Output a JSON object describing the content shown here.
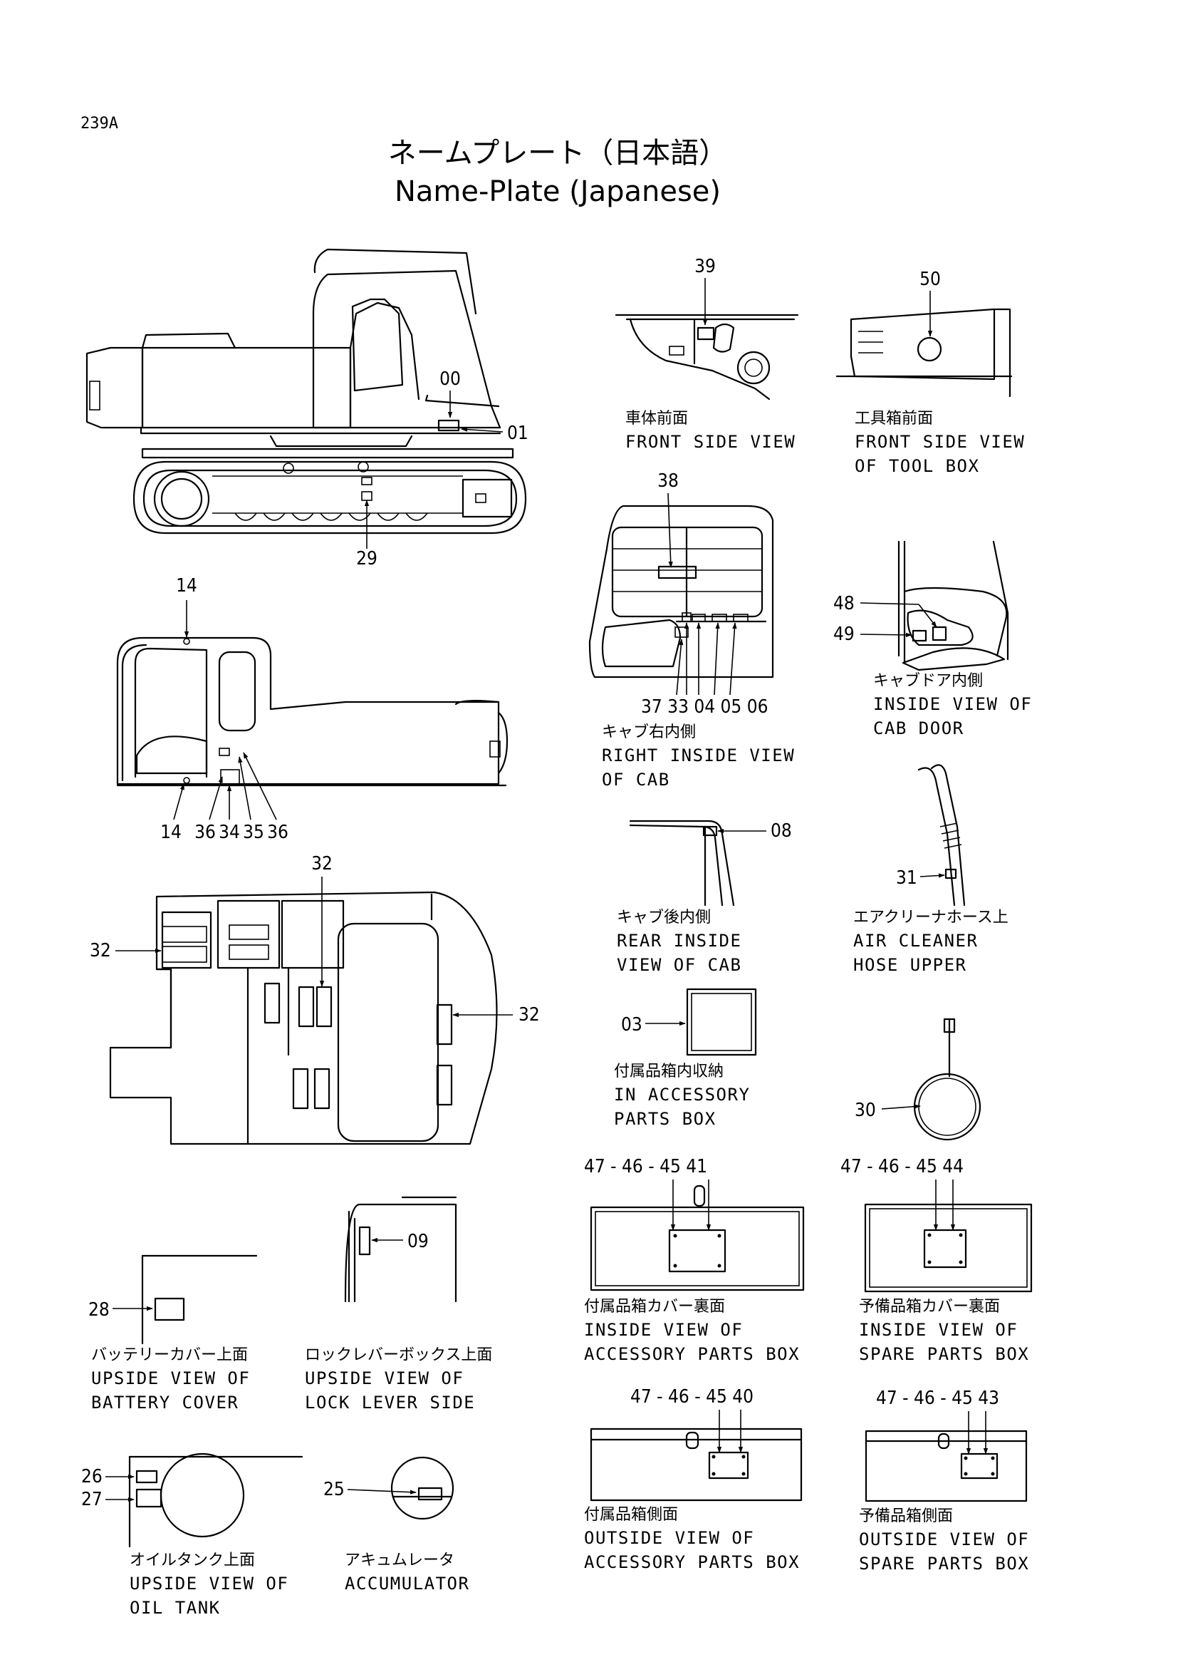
{
  "page": {
    "code": "239A",
    "title_jp": "ネームプレート（日本語）",
    "title_en": "Name-Plate (Japanese)"
  },
  "views": {
    "front_side": {
      "jp": "車体前面",
      "en": [
        "FRONT SIDE VIEW"
      ]
    },
    "tool_box": {
      "jp": "工具箱前面",
      "en": [
        "FRONT SIDE VIEW",
        "OF TOOL BOX"
      ]
    },
    "right_cab": {
      "jp": "キャブ右内側",
      "en": [
        "RIGHT INSIDE VIEW",
        "OF CAB"
      ]
    },
    "cab_door": {
      "jp": "キャブドア内側",
      "en": [
        "INSIDE VIEW OF",
        "CAB DOOR"
      ]
    },
    "rear_cab": {
      "jp": "キャブ後内側",
      "en": [
        "REAR INSIDE",
        "VIEW OF CAB"
      ]
    },
    "air_hose": {
      "jp": "エアクリーナホース上",
      "en": [
        "AIR CLEANER",
        "HOSE UPPER"
      ]
    },
    "acc_in": {
      "jp": "付属品箱内収納",
      "en": [
        "IN ACCESSORY",
        "PARTS BOX"
      ]
    },
    "acc_cover": {
      "jp": "付属品箱カバー裏面",
      "en": [
        "INSIDE VIEW OF",
        "ACCESSORY PARTS BOX"
      ]
    },
    "spare_cover": {
      "jp": "予備品箱カバー裏面",
      "en": [
        "INSIDE VIEW OF",
        "SPARE PARTS BOX"
      ]
    },
    "battery": {
      "jp": "バッテリーカバー上面",
      "en": [
        "UPSIDE VIEW OF",
        "BATTERY COVER"
      ]
    },
    "lock_lever": {
      "jp": "ロックレバーボックス上面",
      "en": [
        "UPSIDE VIEW OF",
        "LOCK LEVER SIDE"
      ]
    },
    "acc_side": {
      "jp": "付属品箱側面",
      "en": [
        "OUTSIDE VIEW OF",
        "ACCESSORY PARTS BOX"
      ]
    },
    "spare_side": {
      "jp": "予備品箱側面",
      "en": [
        "OUTSIDE VIEW OF",
        "SPARE PARTS BOX"
      ]
    },
    "oil_tank": {
      "jp": "オイルタンク上面",
      "en": [
        "UPSIDE VIEW OF",
        "OIL TANK"
      ]
    },
    "accumulator": {
      "jp": "アキュムレータ",
      "en": [
        "ACCUMULATOR"
      ]
    }
  },
  "callouts": {
    "c00": "00",
    "c01": "01",
    "c29": "29",
    "c39": "39",
    "c50": "50",
    "c38": "38",
    "c14a": "14",
    "c14b": "14",
    "c36a": "36",
    "c34": "34",
    "c35": "35",
    "c36b": "36",
    "cab_row": "37 33 04 05 06",
    "c48": "48",
    "c49": "49",
    "c08": "08",
    "c31": "31",
    "c32a": "32",
    "c32b": "32",
    "c32c": "32",
    "c03": "03",
    "c30": "30",
    "acc_cover_nums": "47 - 46 - 45  41",
    "spare_cover_nums": "47 - 46 - 45 44",
    "c09": "09",
    "c28": "28",
    "acc_side_nums": "47 - 46 - 45 40",
    "spare_side_nums": "47 - 46 - 45 43",
    "c26": "26",
    "c27": "27",
    "c25": "25"
  }
}
